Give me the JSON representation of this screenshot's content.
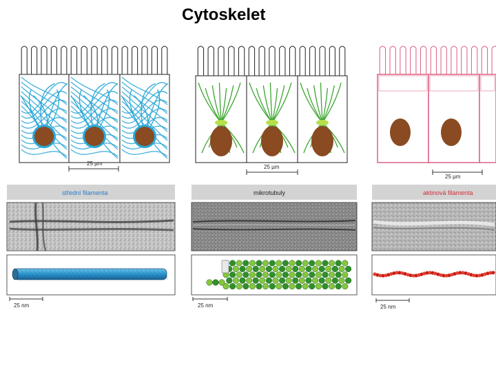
{
  "title": "Cytoskelet",
  "colors": {
    "intermediate": "#2aa7d6",
    "microtubule": "#3aa52e",
    "actin": "#e06a8a",
    "nucleus": "#8a4a22",
    "band": "#d3d3d3"
  },
  "panels": [
    {
      "id": "intermediate",
      "cell_scale": "25 µm",
      "band_label": "střední filamenta",
      "band_label_color": "#2a7bc8",
      "model_scale": "25 nm",
      "model_icon": "rope-filament-icon"
    },
    {
      "id": "microtubules",
      "cell_scale": "25 µm",
      "band_label": "mikrotubuly",
      "band_label_color": "#222222",
      "model_scale": "25 nm",
      "model_icon": "tubulin-tube-icon"
    },
    {
      "id": "actin",
      "cell_scale": "25 µm",
      "band_label": "aktinová filamenta",
      "band_label_color": "#d0303a",
      "model_scale": "25 nm",
      "model_icon": "bead-chain-icon"
    }
  ]
}
